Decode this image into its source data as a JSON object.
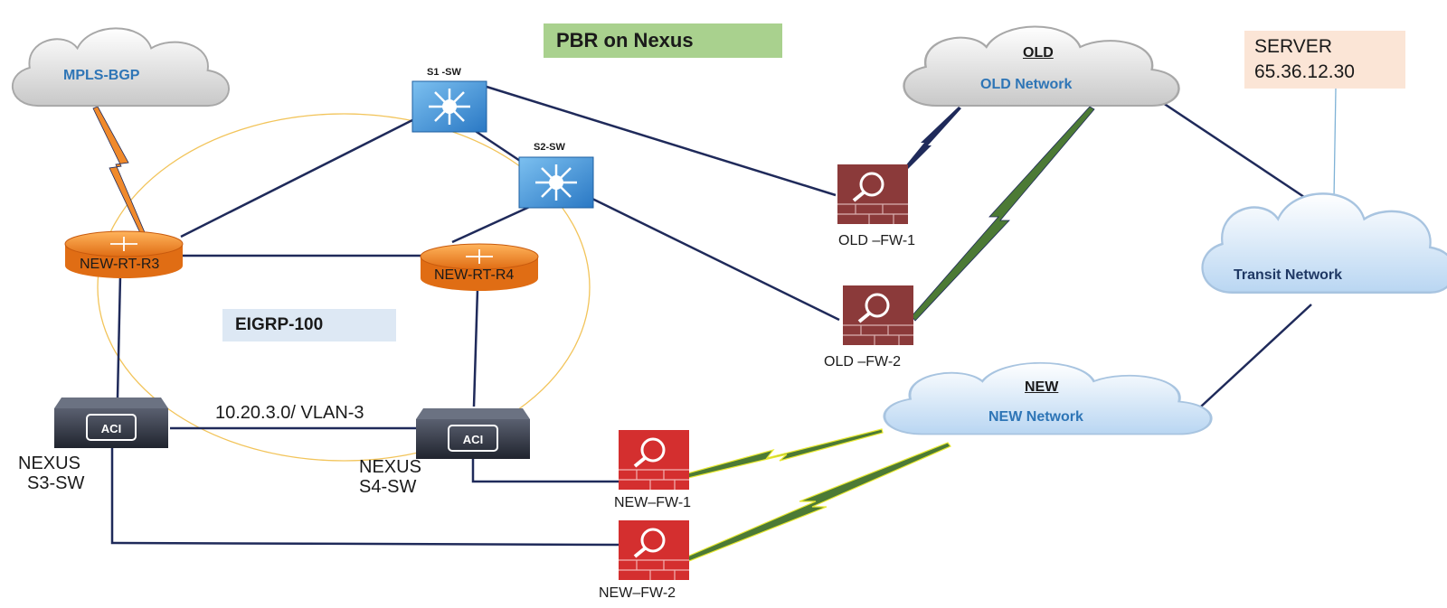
{
  "title": "PBR on Nexus",
  "server": {
    "line1": "SERVER",
    "line2": "65.36.12.30"
  },
  "eigrp_label": "EIGRP-100",
  "vlan_label": "10.20.3.0/ VLAN-3",
  "clouds": {
    "mpls": "MPLS-BGP",
    "old_heading": "OLD",
    "old_name": "OLD Network",
    "new_heading": "NEW",
    "new_name": "NEW Network",
    "transit": "Transit Network"
  },
  "switches": {
    "s1": "S1 -SW",
    "s2": "S2-SW"
  },
  "routers": {
    "r3": "NEW-RT-R3",
    "r4": "NEW-RT-R4"
  },
  "nexus": {
    "s3_line1": "NEXUS",
    "s3_line2": "S3-SW",
    "s4_line1": "NEXUS",
    "s4_line2": "S4-SW",
    "aci": "ACI"
  },
  "firewalls": {
    "old1": "OLD –FW-1",
    "old2": "OLD –FW-2",
    "new1": "NEW–FW-1",
    "new2": "NEW–FW-2"
  },
  "colors": {
    "link": "#1f2a5a",
    "router_orange": "#f08a2c",
    "switch_blue": "#3c8fd6",
    "fw_old": "#8b3a3a",
    "fw_new": "#d42f2f",
    "cloud_grey": "#dcdcdc",
    "cloud_blue": "#cfe3f7",
    "title_bg": "#a9d18e",
    "server_bg": "#fbe5d6",
    "eigrp_bg": "#dde8f4",
    "ring": "#f2c45a"
  }
}
